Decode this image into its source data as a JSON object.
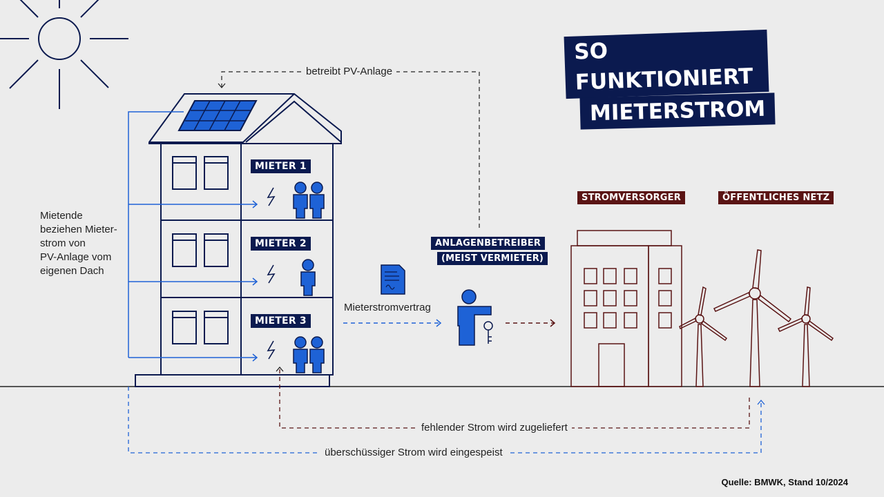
{
  "title": {
    "line1": "SO FUNKTIONIERT",
    "line2": "MIETERSTROM"
  },
  "pv_label": "betreibt PV-Anlage",
  "tenants": [
    "MIETER 1",
    "MIETER 2",
    "MIETER 3"
  ],
  "description": [
    "Mietende",
    "beziehen Mieter-",
    "strom von",
    "PV-Anlage vom",
    "eigenen Dach"
  ],
  "contract_label": "Mieterstromvertrag",
  "operator": {
    "line1": "ANLAGENBETREIBER",
    "line2": "(MEIST VERMIETER)"
  },
  "supplier_label": "STROMVERSORGER",
  "grid_label": "ÖFFENTLICHES NETZ",
  "missing_power_label": "fehlender Strom wird zugeliefert",
  "surplus_power_label": "überschüssiger Strom wird eingespeist",
  "source": "Quelle: BMWK, Stand 10/2024",
  "colors": {
    "navy": "#0b1a4f",
    "blue": "#1e62d6",
    "maroon": "#5a1414",
    "background": "#ececec"
  }
}
